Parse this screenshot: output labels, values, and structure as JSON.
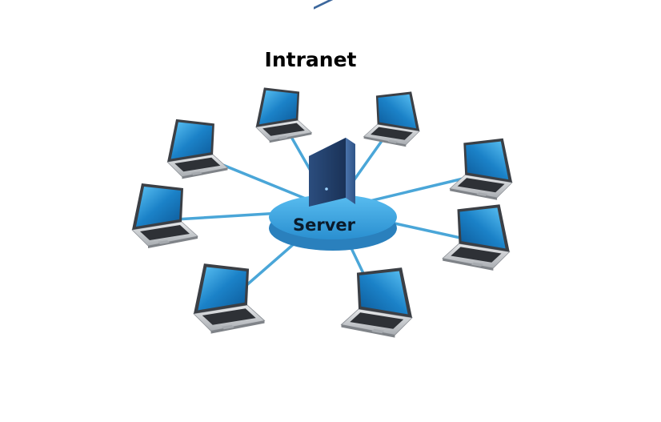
{
  "title": "Intranet",
  "hub_label": "Server",
  "node_count": 8,
  "node_kind": "laptop-icon",
  "hub_kind": "server-tower-icon",
  "colors": {
    "link": "#4aa6d8",
    "hub_top": "#3ea2dd",
    "hub_side": "#2a80bd",
    "screen": "#1a7ac0",
    "laptop_body": "#c9ccd0",
    "server_body": "#2a4a78"
  }
}
